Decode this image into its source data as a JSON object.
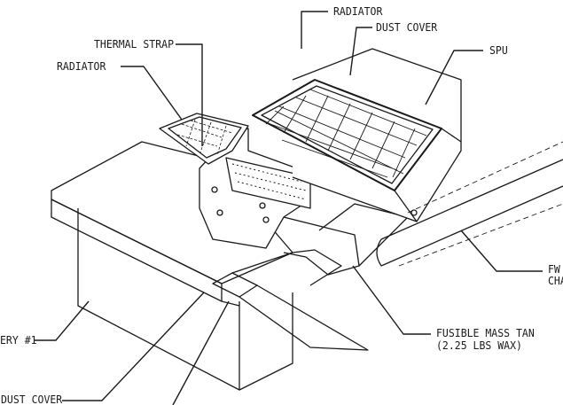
{
  "labels": {
    "radiator_top": "RADIATOR",
    "dust_cover_top": "DUST COVER",
    "spu": "SPU",
    "thermal_strap": "THERMAL STRAP",
    "radiator_left": "RADIATOR",
    "fwd_line1": "FW",
    "fwd_line2": "CHA",
    "fusible_line1": "FUSIBLE MASS TAN",
    "fusible_line2": "(2.25 LBS WAX)",
    "battery": "ERY #1",
    "dust_cover_bottom": "DUST COVER"
  }
}
